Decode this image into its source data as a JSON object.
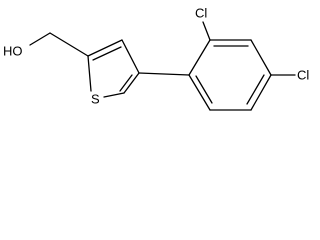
{
  "structure": {
    "atoms": {
      "hydroxyl": "HO",
      "sulfur": "S",
      "chlorine_ortho": "Cl",
      "chlorine_para": "Cl"
    },
    "bond_color": "#000000",
    "background": "#ffffff"
  }
}
